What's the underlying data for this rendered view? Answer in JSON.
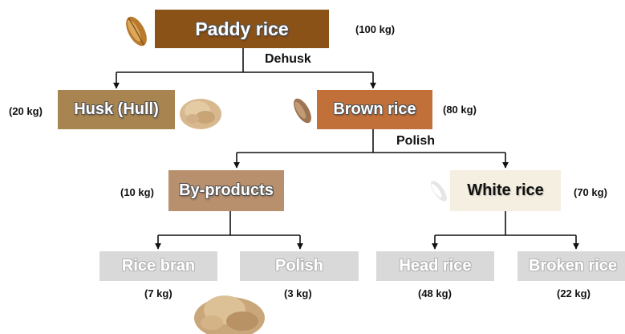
{
  "colors": {
    "paddy": "#8b5218",
    "husk": "#a88450",
    "brown": "#c2703a",
    "byproducts": "#b8906e",
    "white": "#f5efe1",
    "grey": "#d9d9d9",
    "line": "#111111"
  },
  "nodes": {
    "paddy": {
      "label": "Paddy rice",
      "weight": "(100 kg)"
    },
    "husk": {
      "label": "Husk (Hull)",
      "weight": "(20 kg)"
    },
    "brown": {
      "label": "Brown rice",
      "weight": "(80 kg)"
    },
    "byproducts": {
      "label": "By-products",
      "weight": "(10 kg)"
    },
    "white": {
      "label": "White rice",
      "weight": "(70 kg)"
    },
    "bran": {
      "label": "Rice bran",
      "weight": "(7 kg)"
    },
    "polish": {
      "label": "Polish",
      "weight": "(3 kg)"
    },
    "head": {
      "label": "Head rice",
      "weight": "(48 kg)"
    },
    "broken": {
      "label": "Broken rice",
      "weight": "(22 kg)"
    }
  },
  "steps": {
    "dehusk": "Dehusk",
    "polish": "Polish"
  },
  "icons": [
    "paddy-grain-icon",
    "husk-pile-icon",
    "brown-grain-icon",
    "white-grain-icon",
    "bran-pile-icon"
  ]
}
